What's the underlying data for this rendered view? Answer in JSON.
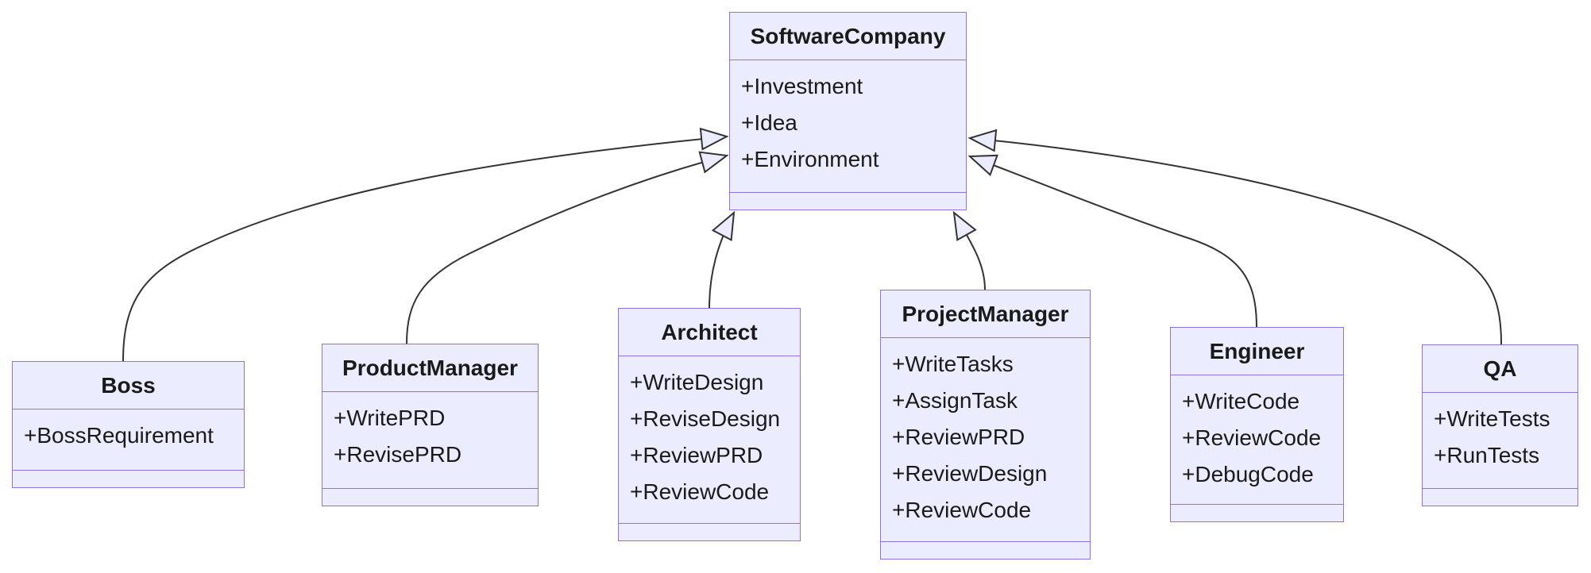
{
  "diagram": {
    "type": "uml-class-diagram",
    "classes": [
      {
        "id": "softwarecompany",
        "name": "SoftwareCompany",
        "members": [
          "+Investment",
          "+Idea",
          "+Environment"
        ]
      },
      {
        "id": "boss",
        "name": "Boss",
        "members": [
          "+BossRequirement"
        ]
      },
      {
        "id": "productmanager",
        "name": "ProductManager",
        "members": [
          "+WritePRD",
          "+RevisePRD"
        ]
      },
      {
        "id": "architect",
        "name": "Architect",
        "members": [
          "+WriteDesign",
          "+ReviseDesign",
          "+ReviewPRD",
          "+ReviewCode"
        ]
      },
      {
        "id": "projectmanager",
        "name": "ProjectManager",
        "members": [
          "+WriteTasks",
          "+AssignTask",
          "+ReviewPRD",
          "+ReviewDesign",
          "+ReviewCode"
        ]
      },
      {
        "id": "engineer",
        "name": "Engineer",
        "members": [
          "+WriteCode",
          "+ReviewCode",
          "+DebugCode"
        ]
      },
      {
        "id": "qa",
        "name": "QA",
        "members": [
          "+WriteTests",
          "+RunTests"
        ]
      }
    ],
    "relations": [
      {
        "from": "Boss",
        "to": "SoftwareCompany",
        "type": "inheritance"
      },
      {
        "from": "ProductManager",
        "to": "SoftwareCompany",
        "type": "inheritance"
      },
      {
        "from": "Architect",
        "to": "SoftwareCompany",
        "type": "inheritance"
      },
      {
        "from": "ProjectManager",
        "to": "SoftwareCompany",
        "type": "inheritance"
      },
      {
        "from": "Engineer",
        "to": "SoftwareCompany",
        "type": "inheritance"
      },
      {
        "from": "QA",
        "to": "SoftwareCompany",
        "type": "inheritance"
      }
    ],
    "colors": {
      "box_fill": "#ECECFF",
      "box_border": "#9370DB",
      "edge": "#333333",
      "text": "#1a1a1a",
      "background": "#FFFFFF"
    }
  }
}
